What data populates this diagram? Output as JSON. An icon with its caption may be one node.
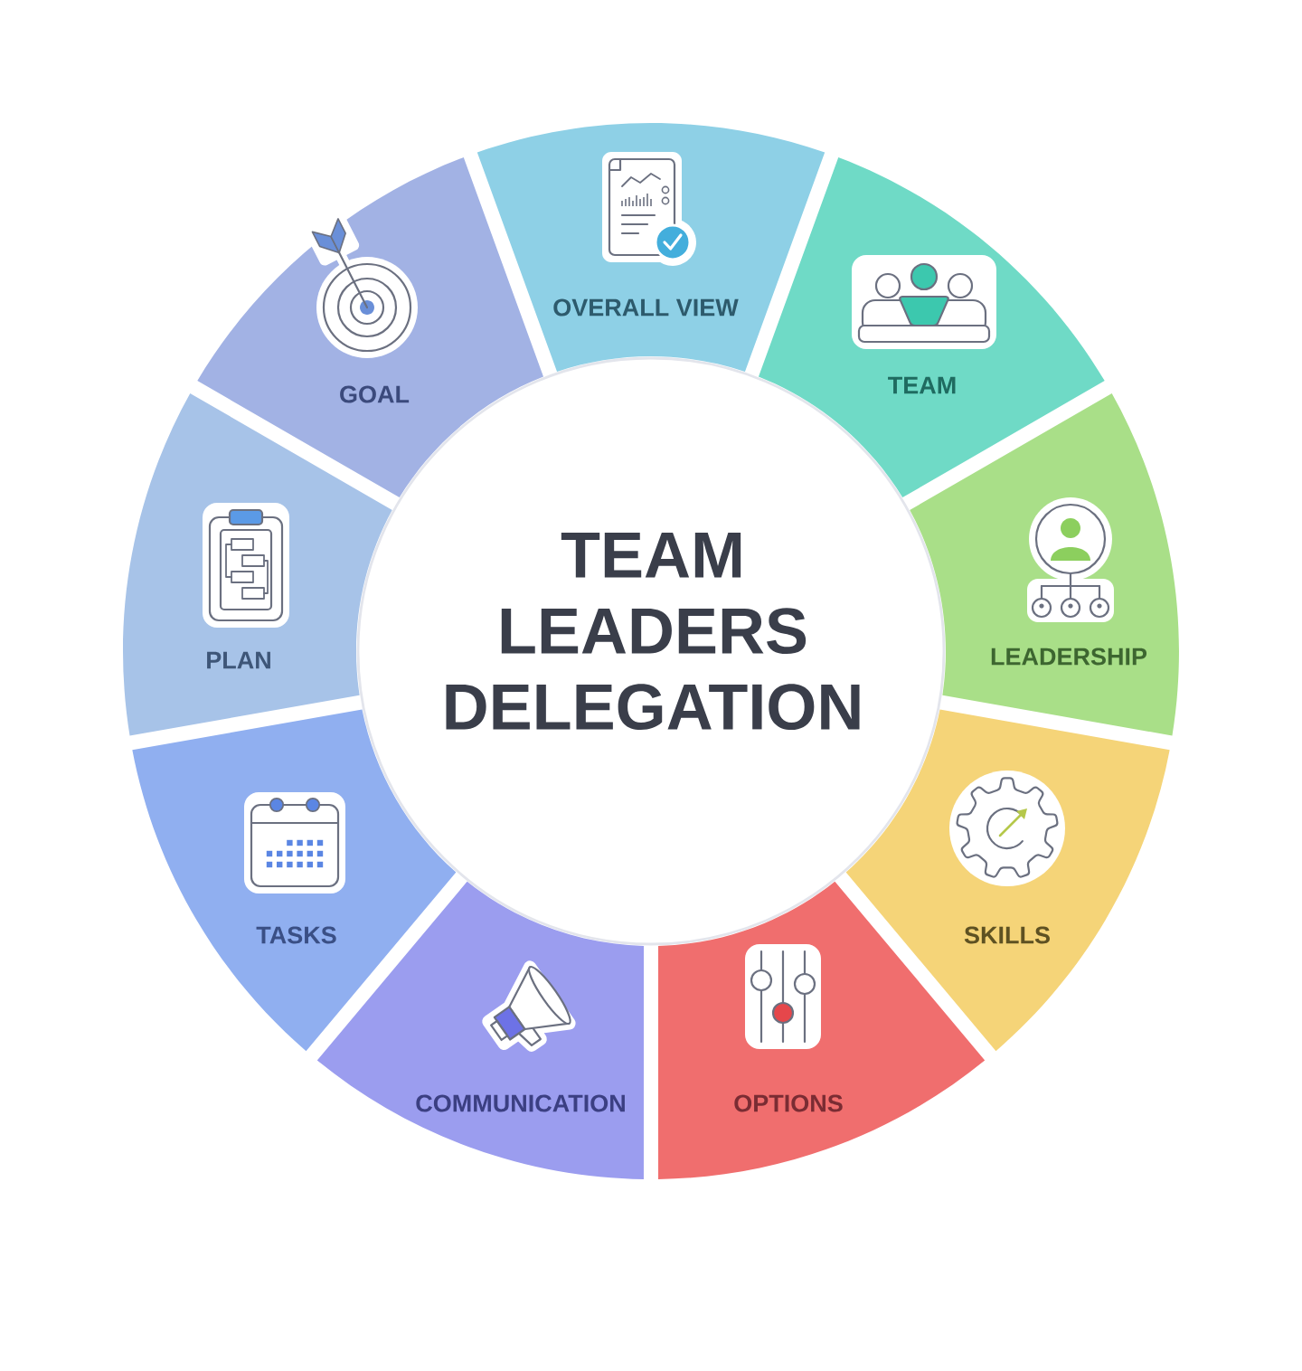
{
  "diagram": {
    "nodes": [
      {
        "text": [
          "TEAM LEADERS DELEGATION"
        ]
      },
      {
        "text": [
          "OVERALL VIEW"
        ]
      },
      {
        "text": [
          "TEAM"
        ]
      },
      {
        "text": [
          "LEADERSHIP"
        ]
      },
      {
        "text": [
          "SKILLS"
        ]
      },
      {
        "text": [
          "OPTIONS"
        ]
      },
      {
        "text": [
          "COMMUNICATION"
        ]
      },
      {
        "text": [
          "TASKS"
        ]
      },
      {
        "text": [
          "PLAN"
        ]
      },
      {
        "text": [
          "GOAL"
        ]
      }
    ]
  }
}
